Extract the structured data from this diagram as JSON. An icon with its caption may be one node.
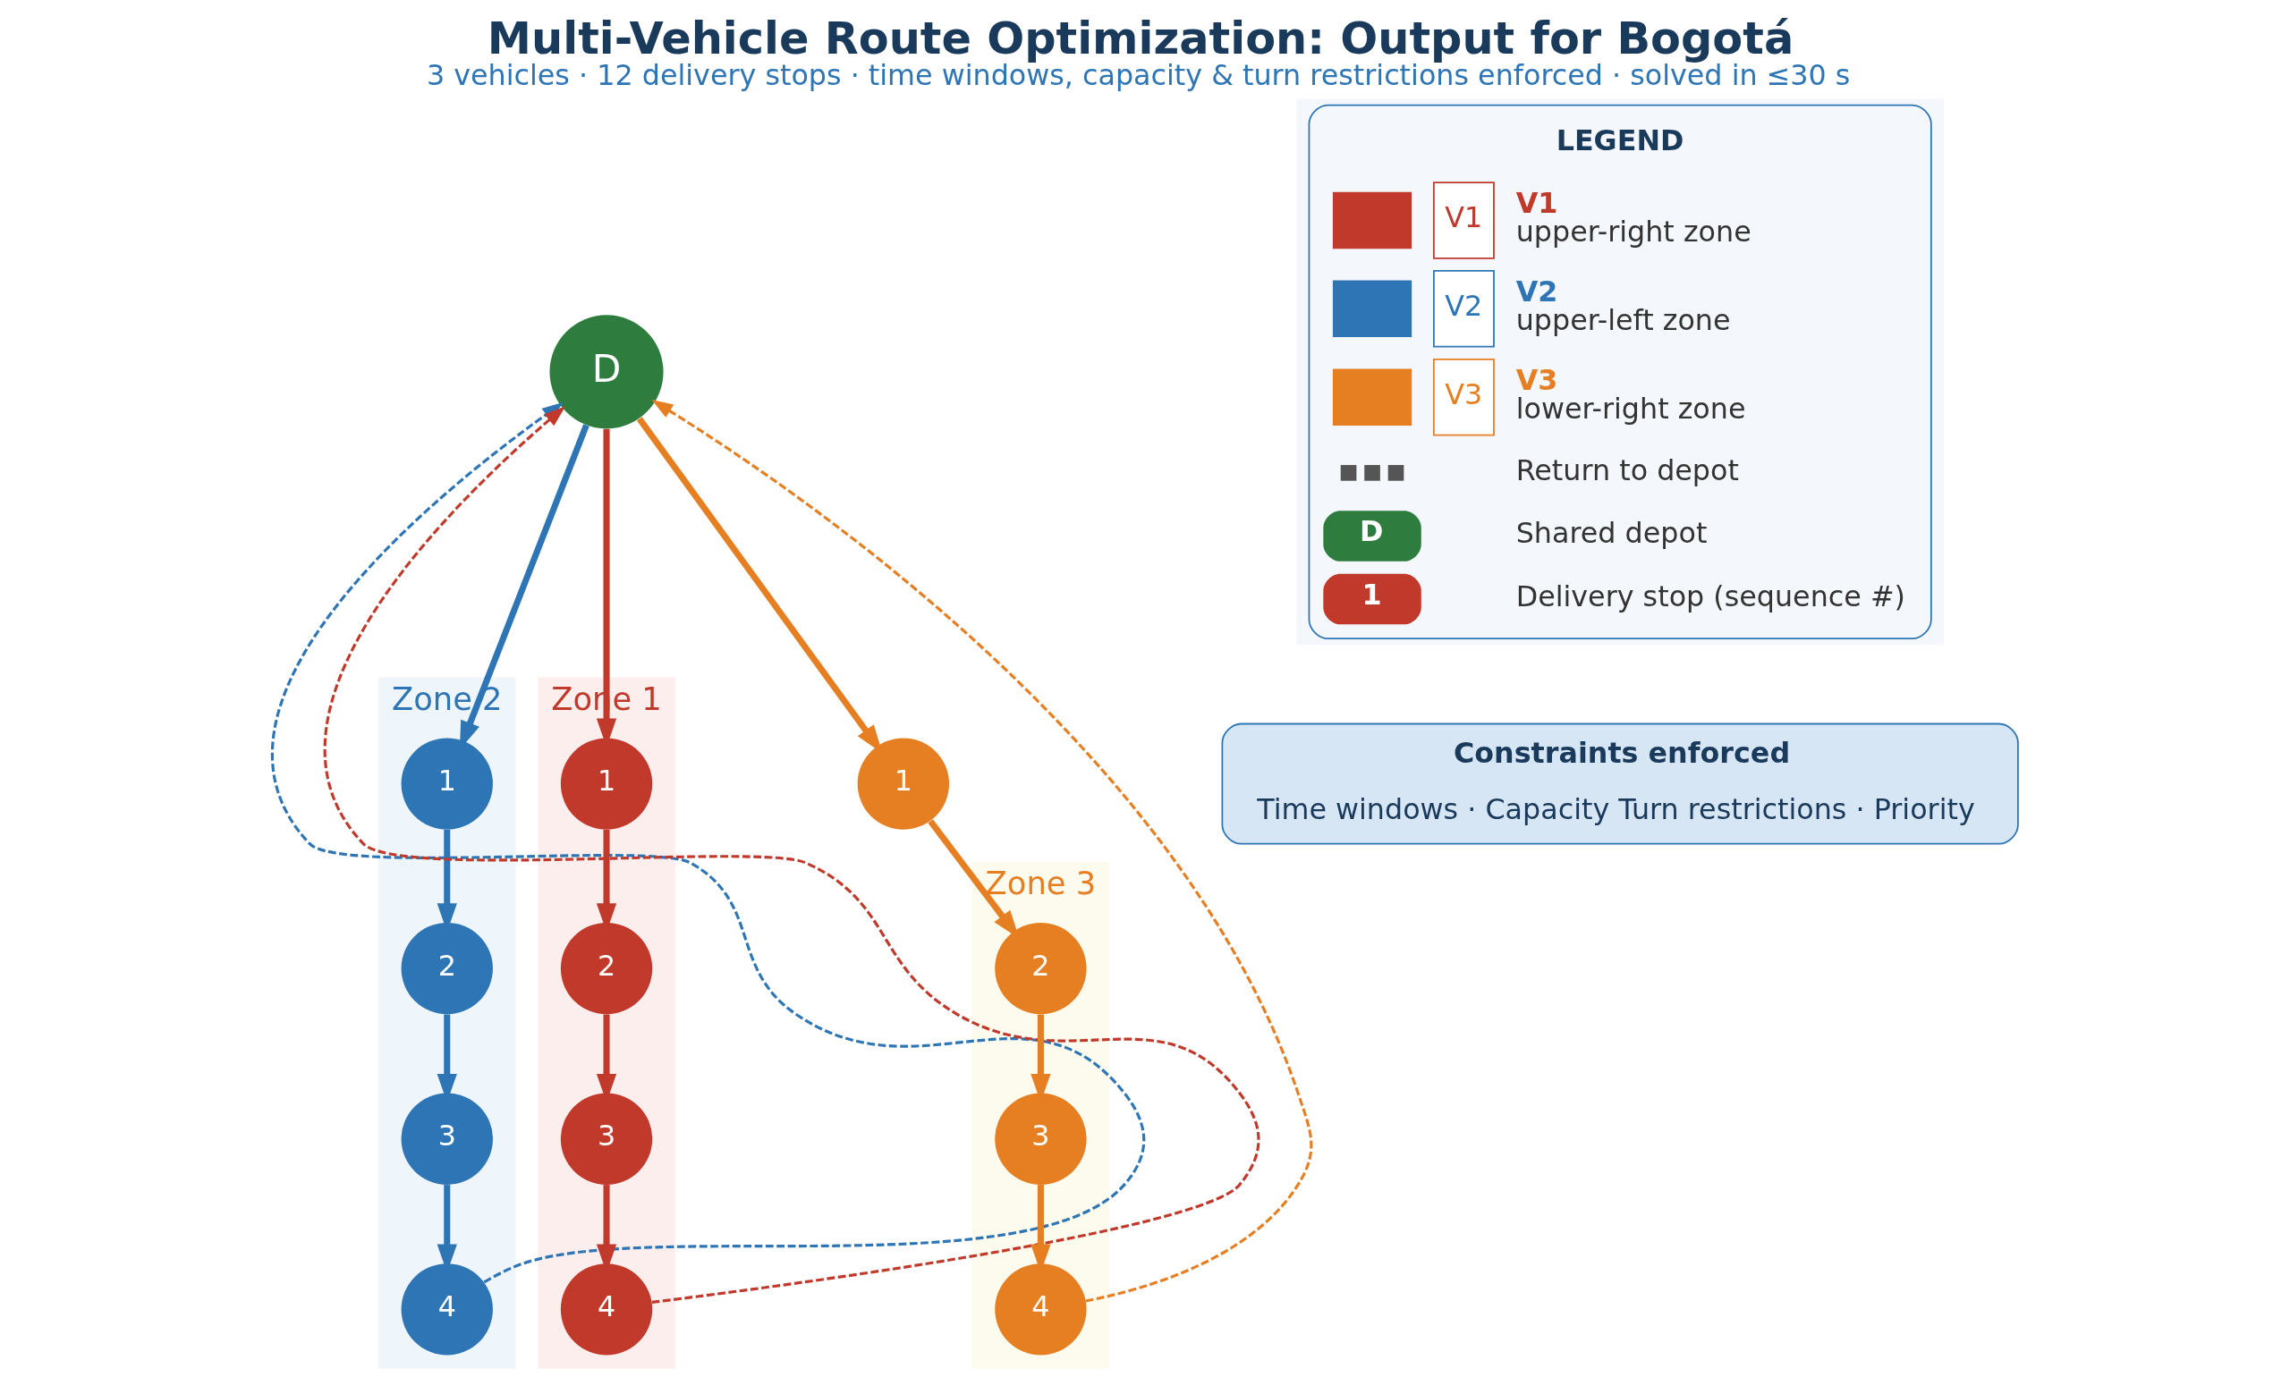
{
  "diagram": {
    "title": "Multi-Vehicle Route Optimization: Output for Bogotá",
    "caption": "3 vehicles · 12 delivery stops · time windows, capacity & turn restrictions enforced · solved in ≤30 s",
    "nodes": [
      {
        "text": [
          "Zone 2"
        ]
      },
      {
        "text": [
          "4"
        ],
        "in": 0
      },
      {
        "text": [
          "3"
        ],
        "in": 0
      },
      {
        "text": [
          "2"
        ],
        "in": 0
      },
      {
        "text": [
          "Zone 1"
        ]
      },
      {
        "text": [
          "3"
        ],
        "in": 4
      },
      {
        "text": [
          "4"
        ],
        "in": 4
      },
      {
        "text": [
          "1"
        ],
        "in": 0
      },
      {
        "text": [
          "1"
        ],
        "in": 4
      },
      {
        "text": [
          "2"
        ],
        "in": 4
      },
      {
        "text": [
          "D"
        ]
      },
      {
        "text": [
          "1"
        ]
      },
      {
        "text": [
          "Zone 3"
        ]
      },
      {
        "text": [
          "2"
        ],
        "in": 12
      },
      {
        "text": [
          "3"
        ],
        "in": 12
      },
      {
        "text": [
          "4"
        ],
        "in": 12
      },
      {
        "text": [
          "Constraints enforced",
          "Time windows · Capacity Turn restrictions · Priority"
        ]
      }
    ],
    "edges": [
      {
        "from": 10,
        "to": 8,
        "arrow": "to",
        "color": "#c0392b"
      },
      {
        "from": 8,
        "to": 9,
        "arrow": "to",
        "color": "#c0392b"
      },
      {
        "from": 9,
        "to": 5,
        "arrow": "to",
        "color": "#c0392b"
      },
      {
        "from": 5,
        "to": 6,
        "arrow": "to",
        "color": "#c0392b"
      },
      {
        "from": 6,
        "to": 10,
        "arrow": "to",
        "style": "dashed",
        "color": "#c0392b"
      },
      {
        "from": 10,
        "to": 7,
        "arrow": "to",
        "color": "#2e75b6"
      },
      {
        "from": 7,
        "to": 3,
        "arrow": "to",
        "color": "#2e75b6"
      },
      {
        "from": 3,
        "to": 2,
        "arrow": "to",
        "color": "#2e75b6"
      },
      {
        "from": 2,
        "to": 1,
        "arrow": "to",
        "color": "#2e75b6"
      },
      {
        "from": 1,
        "to": 10,
        "arrow": "to",
        "style": "dashed",
        "color": "#2e75b6"
      },
      {
        "from": 10,
        "to": 11,
        "arrow": "to",
        "color": "#e67e22"
      },
      {
        "from": 11,
        "to": 13,
        "arrow": "to",
        "color": "#e67e22"
      },
      {
        "from": 13,
        "to": 14,
        "arrow": "to",
        "color": "#e67e22"
      },
      {
        "from": 14,
        "to": 15,
        "arrow": "to",
        "color": "#e67e22"
      },
      {
        "from": 15,
        "to": 10,
        "arrow": "to",
        "style": "dashed",
        "color": "#e67e22"
      }
    ],
    "labels": [
      "LEGEND",
      "V1",
      "upper-right zone",
      "V2",
      "upper-left zone",
      "V3",
      "lower-right zone",
      "D",
      "1"
    ],
    "legend": [
      {
        "text": "V1"
      },
      {
        "text": "V2"
      },
      {
        "text": "V3"
      },
      {
        "text": "Return to depot"
      },
      {
        "text": "Shared depot"
      },
      {
        "text": "Delivery stop (sequence #)"
      }
    ]
  }
}
